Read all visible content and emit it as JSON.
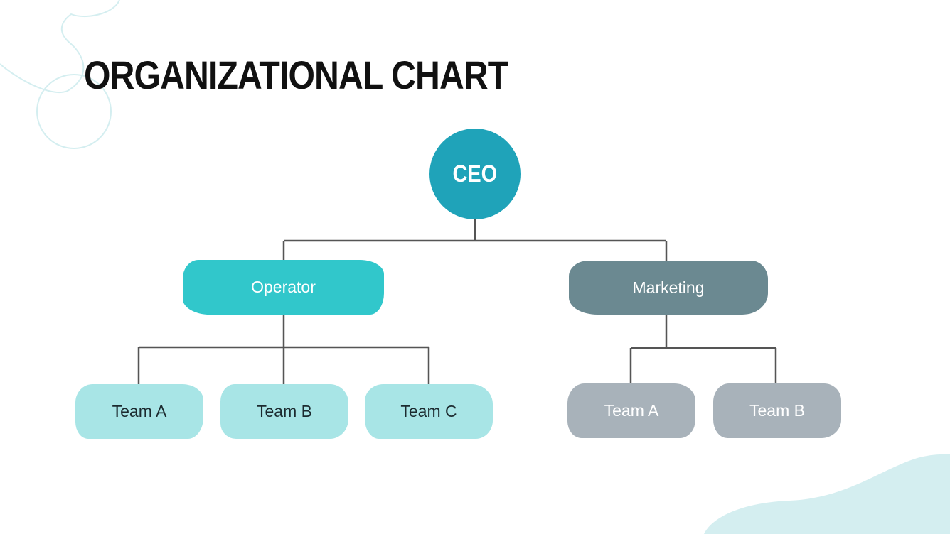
{
  "title": "ORGANIZATIONAL CHART",
  "colors": {
    "ceo": "#1fa3b9",
    "operator": "#31c7cb",
    "marketing": "#6b8991",
    "operator_team": "#a8e5e6",
    "marketing_team": "#a8b2ba",
    "connector": "#555555",
    "decoration": "#d4eef0"
  },
  "org": {
    "root": {
      "label": "CEO"
    },
    "departments": [
      {
        "label": "Operator",
        "teams": [
          {
            "label": "Team A"
          },
          {
            "label": "Team B"
          },
          {
            "label": "Team C"
          }
        ]
      },
      {
        "label": "Marketing",
        "teams": [
          {
            "label": "Team A"
          },
          {
            "label": "Team B"
          }
        ]
      }
    ]
  }
}
